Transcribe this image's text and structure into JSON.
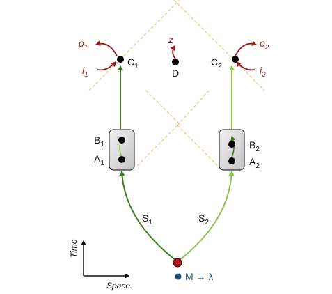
{
  "nodes": {
    "C1": {
      "base": "C",
      "sub": "1"
    },
    "C2": {
      "base": "C",
      "sub": "2"
    },
    "D": {
      "base": "D",
      "sub": ""
    },
    "B1": {
      "base": "B",
      "sub": "1"
    },
    "A1": {
      "base": "A",
      "sub": "1"
    },
    "B2": {
      "base": "B",
      "sub": "2"
    },
    "A2": {
      "base": "A",
      "sub": "2"
    }
  },
  "signals": {
    "o1": {
      "base": "o",
      "sub": "1"
    },
    "i1": {
      "base": "i",
      "sub": "1"
    },
    "o2": {
      "base": "o",
      "sub": "2"
    },
    "i2": {
      "base": "i",
      "sub": "2"
    },
    "z": {
      "base": "z",
      "sub": ""
    }
  },
  "paths": {
    "S1": {
      "base": "S",
      "sub": "1"
    },
    "S2": {
      "base": "S",
      "sub": "2"
    }
  },
  "axes": {
    "time": "Time",
    "space": "Space"
  },
  "legend": {
    "text": "M → λ"
  },
  "colors": {
    "dark_green": "#3d7a1f",
    "light_green": "#8cc34a",
    "red_arrow": "#9b1b1b",
    "source_red": "#a01010",
    "legend_blue": "#1f4e79",
    "light_cone": "#f0c070",
    "box_fill": "#dcdcdc"
  }
}
